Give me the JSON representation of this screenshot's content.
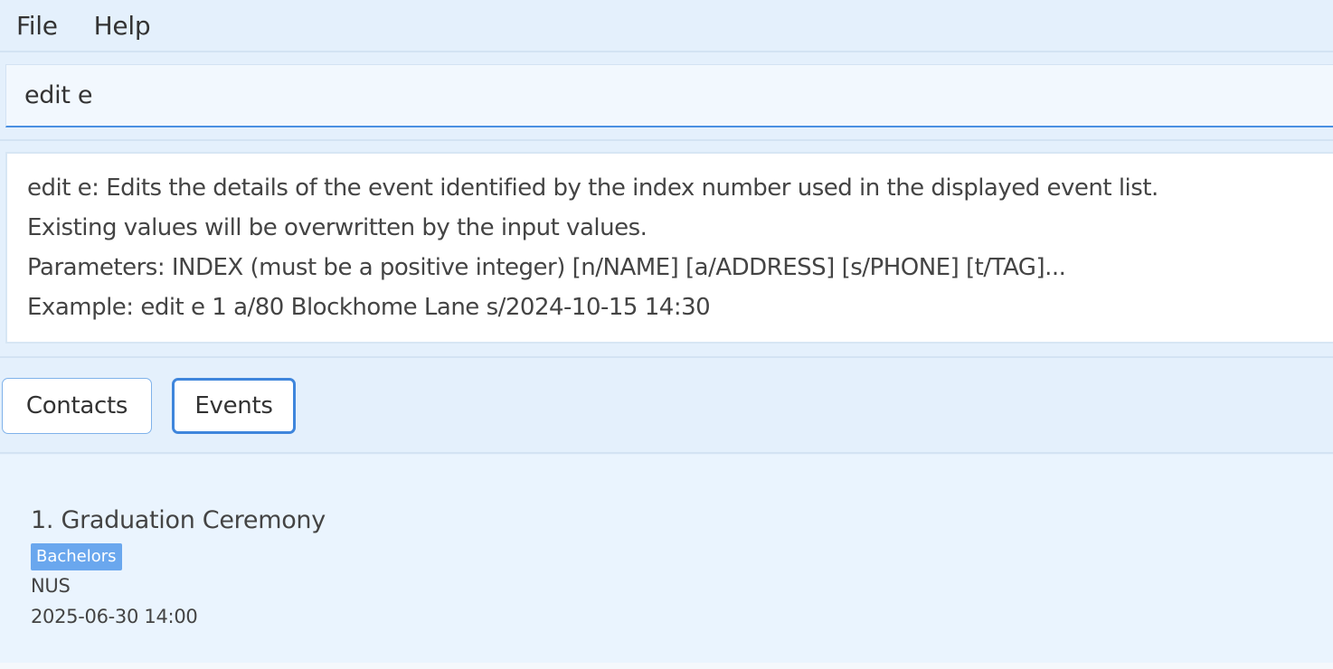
{
  "menu": {
    "file_label": "File",
    "help_label": "Help"
  },
  "command": {
    "value": "edit e"
  },
  "result": {
    "lines": [
      "edit e: Edits the details of the event identified by the index number used in the displayed event list.",
      "Existing values will be overwritten by the input values.",
      "Parameters: INDEX (must be a positive integer) [n/NAME] [a/ADDRESS] [s/PHONE] [t/TAG]...",
      "Example: edit e 1 a/80 Blockhome Lane s/2024-10-15 14:30"
    ]
  },
  "tabs": {
    "contacts_label": "Contacts",
    "events_label": "Events",
    "selected": "Events"
  },
  "events": [
    {
      "title": "1. Graduation Ceremony",
      "tag": "Bachelors",
      "address": "NUS",
      "datetime": "2025-06-30 14:00"
    }
  ],
  "colors": {
    "background": "#e4f0fc",
    "accent": "#4a90e2",
    "tag": "#6aa7ee"
  }
}
